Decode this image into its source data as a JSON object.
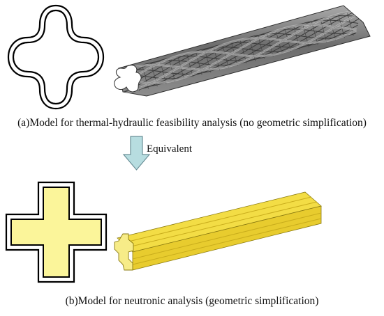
{
  "captions": {
    "a": "(a)Model for thermal-hydraulic feasibility analysis (no geometric simplification)",
    "b": "(b)Model for neutronic analysis (geometric simplification)"
  },
  "arrow_label": "Equivalent",
  "colors": {
    "outline": "#000000",
    "rod_dark": "#5f5f5f",
    "rod_mid": "#8a8a8a",
    "rod_light": "#b4b4b4",
    "arrow_fill": "#b7dde0",
    "arrow_stroke": "#6a8f97",
    "fuel_fill": "#fbf59a",
    "bar_top": "#f3dd45",
    "bar_front": "#e8cc2e",
    "bar_side": "#f7ec88"
  }
}
